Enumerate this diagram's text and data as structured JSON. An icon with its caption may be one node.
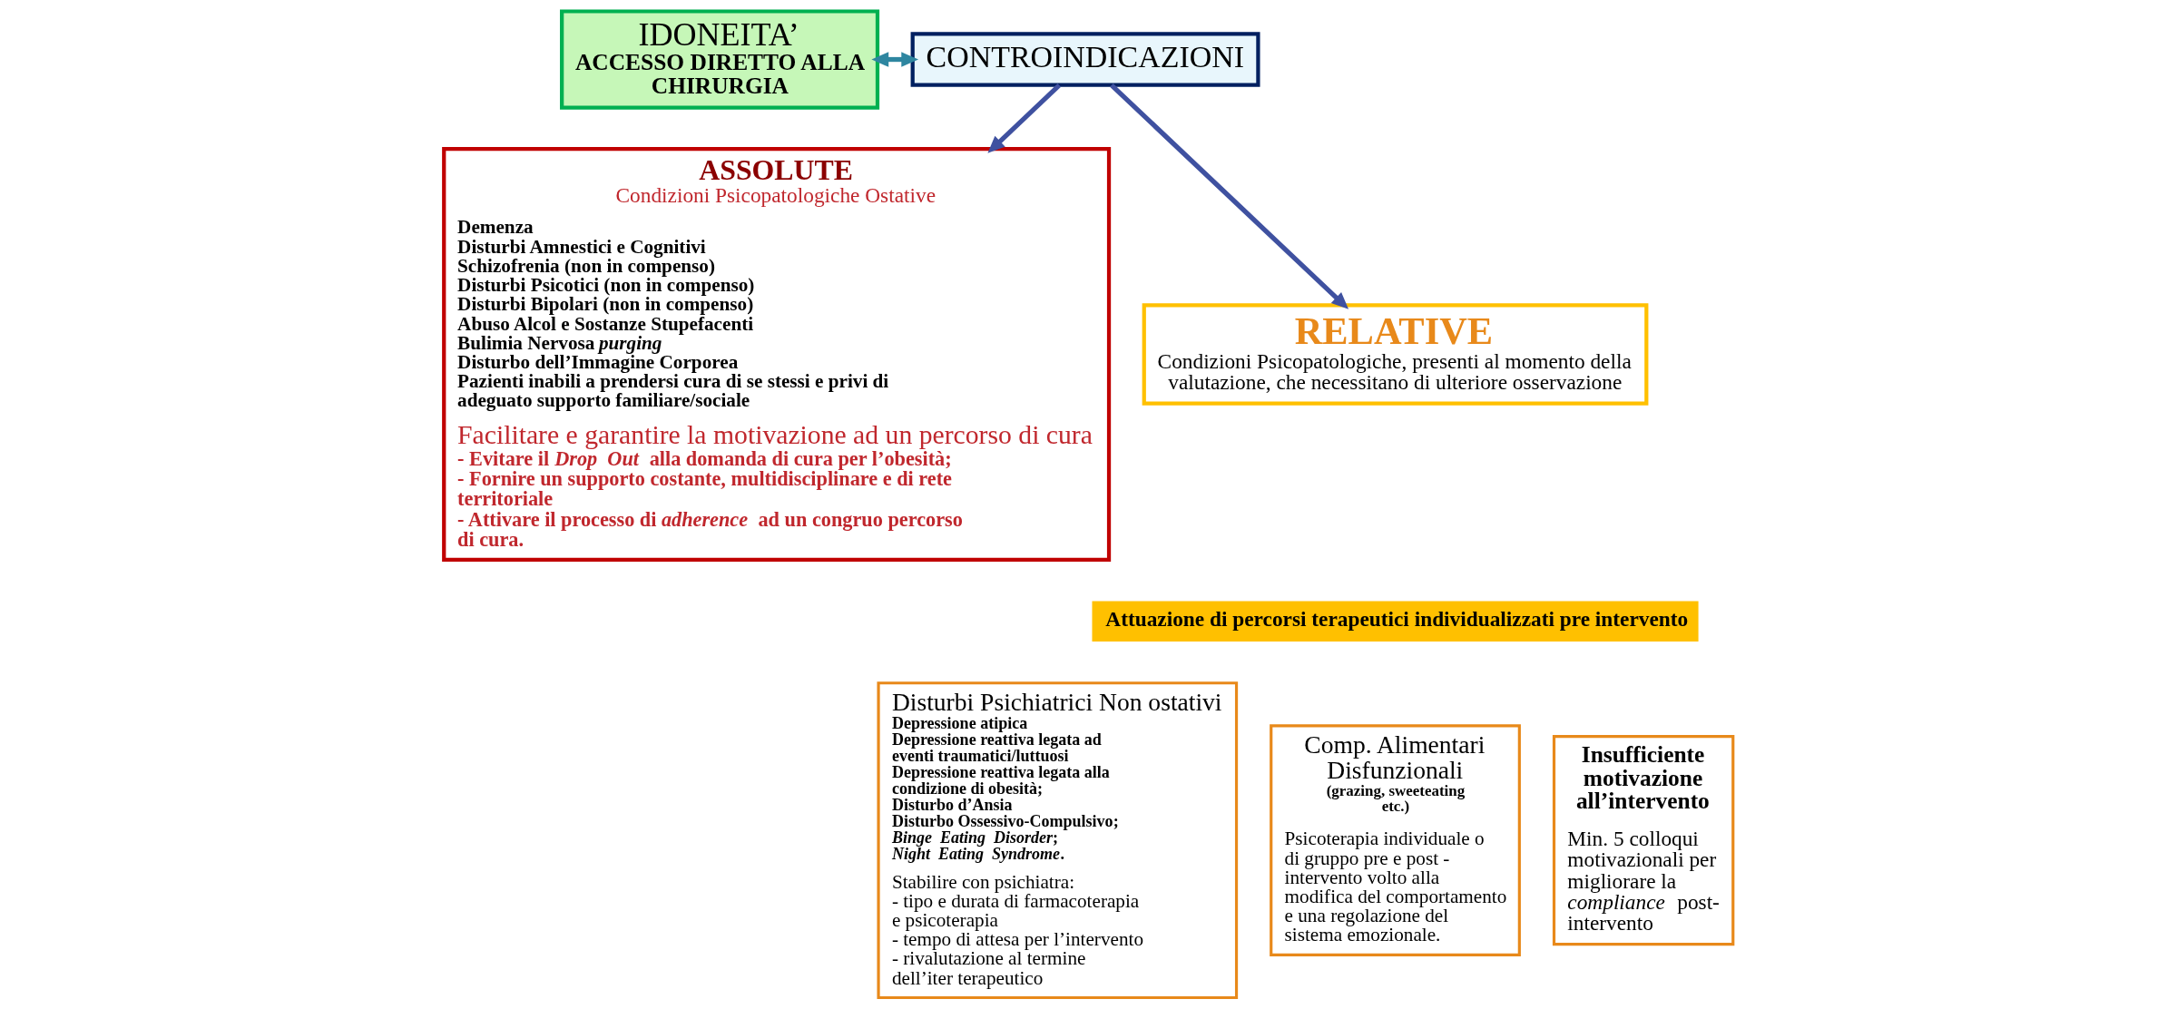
{
  "diagram": {
    "nodes": [
      {
        "text": [
          "IDONEITA’",
          "ACCESSO DIRETTO ALLA CHIRURGIA"
        ]
      },
      {
        "text": [
          "CONTROINDICAZIONI"
        ]
      },
      {
        "text": [
          "ASSOLUTE",
          "Condizioni Psicopatologiche Ostative",
          "Demenza",
          "Disturbi Amnestici e Cognitivi",
          "Schizofrenia (non in compenso)",
          "Disturbi Psicotici (non in compenso)",
          "Disturbi Bipolari (non in compenso)",
          "Abuso Alcol e Sostanze Stupefacenti",
          "Bulimia Nervosa *purging*",
          "Disturbo dell’Immagine Corporea",
          "Pazienti inabili a prendersi cura di se stessi e privi di adeguato supporto familiare/sociale",
          "Facilitare e garantire la motivazione ad un percorso di cura",
          "- Evitare il *Drop Out* alla domanda di cura per l’obesità;",
          "- Fornire un supporto costante, multidisciplinare e di rete territoriale",
          "- Attivare il processo di *adherence* ad un congruo percorso di cura."
        ]
      },
      {
        "text": [
          "RELATIVE",
          "Condizioni Psicopatologiche, presenti al momento della valutazione, che necessitano di ulteriore osservazione"
        ]
      },
      {
        "text": [
          "Attuazione di percorsi terapeutici individualizzati pre intervento"
        ]
      },
      {
        "text": [
          "Disturbi Psichiatrici Non ostativi",
          "Depressione atipica",
          "Depressione reattiva legata ad eventi traumatici/luttuosi",
          "Depressione reattiva legata alla condizione di obesità;",
          "Disturbo d’Ansia",
          "Disturbo Ossessivo-Compulsivo;",
          "*Binge Eating Disorder*;",
          "*Night Eating Syndrome*.",
          "Stabilire con psichiatra:",
          "- tipo e durata di farmacoterapia e psicoterapia",
          "- tempo di attesa per l’intervento",
          "- rivalutazione al termine dell’iter terapeutico"
        ]
      },
      {
        "text": [
          "Comp. Alimentari Disfunzionali",
          "(grazing, sweeteating etc.)",
          "Psicoterapia individuale o di gruppo pre e post - intervento volto alla modifica del comportamento e una regolazione del sistema emozionale."
        ]
      },
      {
        "text": [
          "Insufficiente motivazione all’intervento",
          "Min. 5 colloqui motivazionali per migliorare la *compliance* post-intervento"
        ]
      }
    ],
    "edges": [
      {
        "from": 0,
        "to": 1,
        "arrow": "both",
        "color": "#2e86a0"
      },
      {
        "from": 1,
        "to": 2,
        "arrow": "to"
      },
      {
        "from": 1,
        "to": 3,
        "arrow": "to"
      }
    ]
  }
}
